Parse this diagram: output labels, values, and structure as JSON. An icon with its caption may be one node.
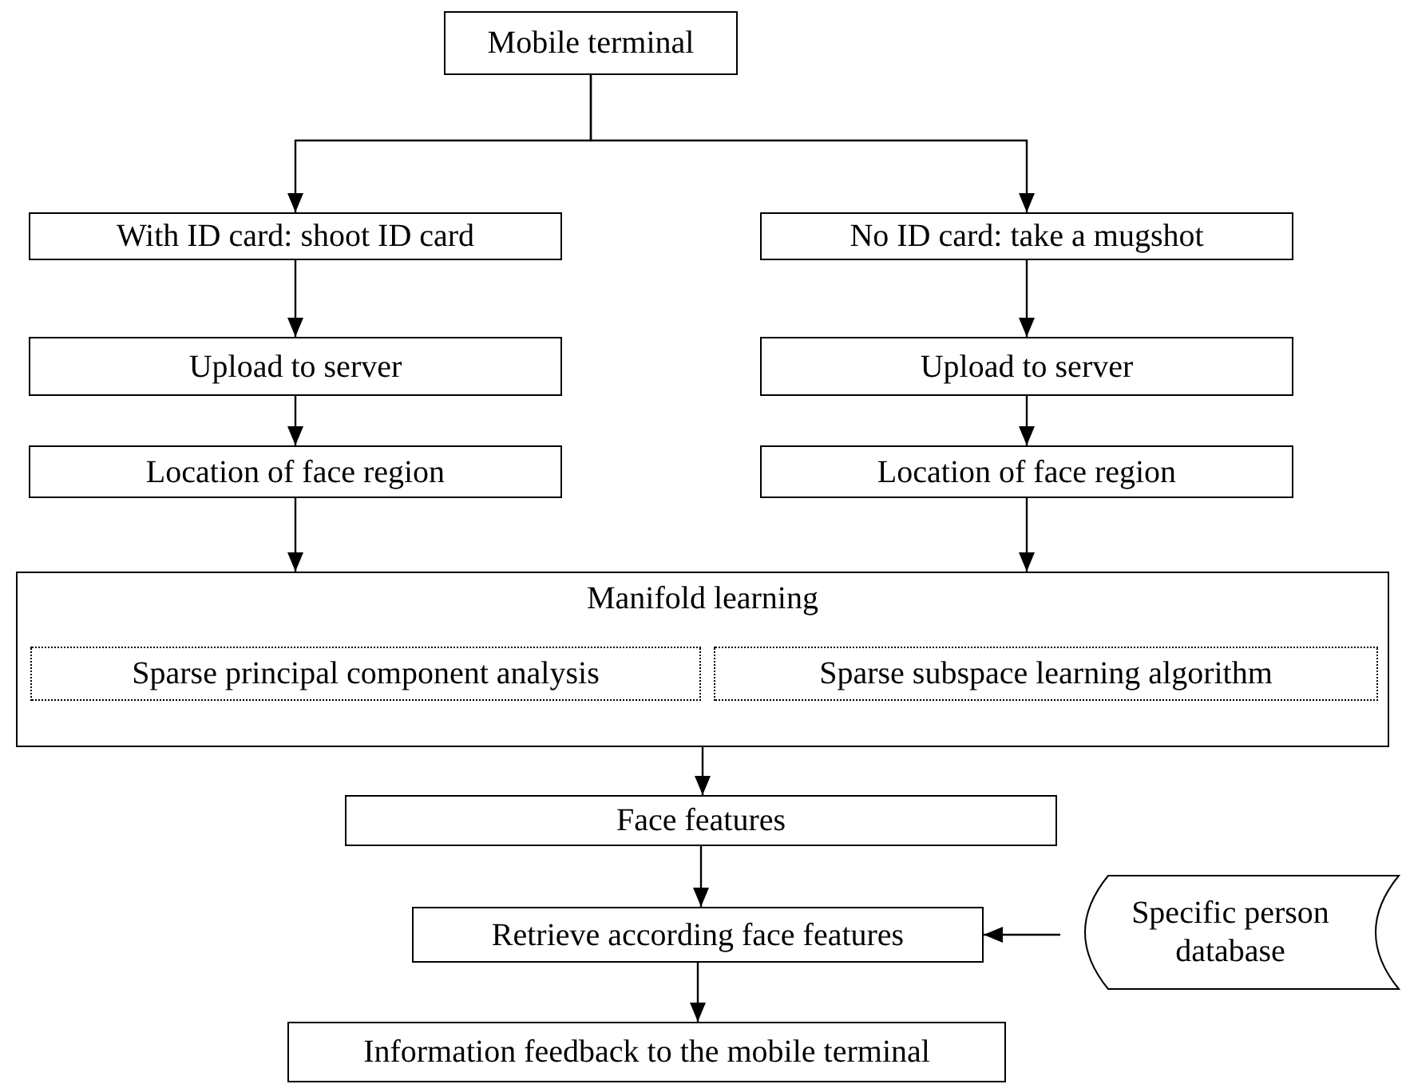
{
  "diagram": {
    "nodes": [
      {
        "text": [
          "Mobile terminal"
        ]
      },
      {
        "text": [
          "With ID card: shoot ID card"
        ]
      },
      {
        "text": [
          "No ID card: take a mugshot"
        ]
      },
      {
        "text": [
          "Upload to server"
        ]
      },
      {
        "text": [
          "Upload to server"
        ]
      },
      {
        "text": [
          "Location of face region"
        ]
      },
      {
        "text": [
          "Location of face region"
        ]
      },
      {
        "text": [
          "Manifold learning"
        ]
      },
      {
        "text": [
          "Sparse principal component analysis"
        ],
        "in": 7
      },
      {
        "text": [
          "Sparse subspace learning algorithm"
        ],
        "in": 7
      },
      {
        "text": [
          "Face features"
        ]
      },
      {
        "text": [
          "Retrieve according face features"
        ]
      },
      {
        "text": [
          "Specific person database"
        ]
      },
      {
        "text": [
          "Information feedback to the mobile terminal"
        ]
      }
    ],
    "edges": [
      {
        "from": 0,
        "to": 1,
        "arrow": "to"
      },
      {
        "from": 0,
        "to": 2,
        "arrow": "to"
      },
      {
        "from": 1,
        "to": 3,
        "arrow": "to"
      },
      {
        "from": 2,
        "to": 4,
        "arrow": "to"
      },
      {
        "from": 3,
        "to": 5,
        "arrow": "to"
      },
      {
        "from": 4,
        "to": 6,
        "arrow": "to"
      },
      {
        "from": 5,
        "to": 7,
        "arrow": "to"
      },
      {
        "from": 6,
        "to": 7,
        "arrow": "to"
      },
      {
        "from": 7,
        "to": 10,
        "arrow": "to"
      },
      {
        "from": 10,
        "to": 11,
        "arrow": "to"
      },
      {
        "from": 12,
        "to": 11,
        "arrow": "to"
      },
      {
        "from": 11,
        "to": 13,
        "arrow": "to"
      }
    ]
  }
}
